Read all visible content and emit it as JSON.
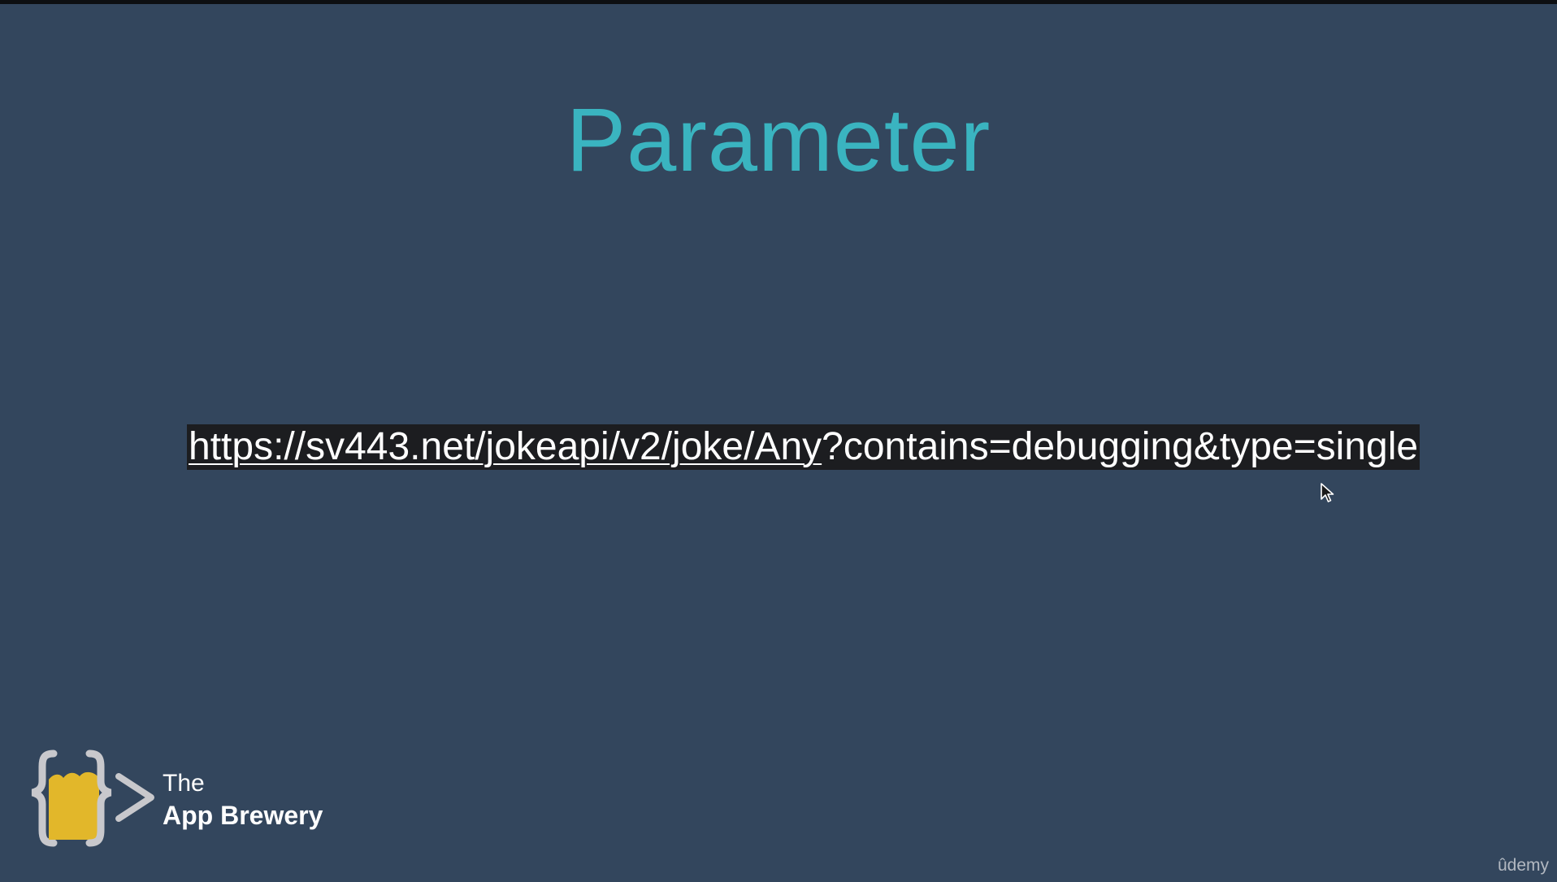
{
  "slide": {
    "title": "Parameter",
    "url": {
      "link_part": "https://sv443.net/jokeapi/v2/joke/Any",
      "query_part": "?contains=debugging&type=single"
    }
  },
  "logo": {
    "line1": "The",
    "line2": "App Brewery"
  },
  "watermark": "ûdemy",
  "colors": {
    "background": "#33465d",
    "title": "#3ab4c0",
    "url_highlight": "#1c1d20",
    "logo_yellow": "#e2b72a",
    "logo_gray": "#c8c8cc"
  },
  "icons": {
    "cursor": "mouse-pointer-icon",
    "logo_mark": "curly-braces-beer-glass-icon"
  }
}
